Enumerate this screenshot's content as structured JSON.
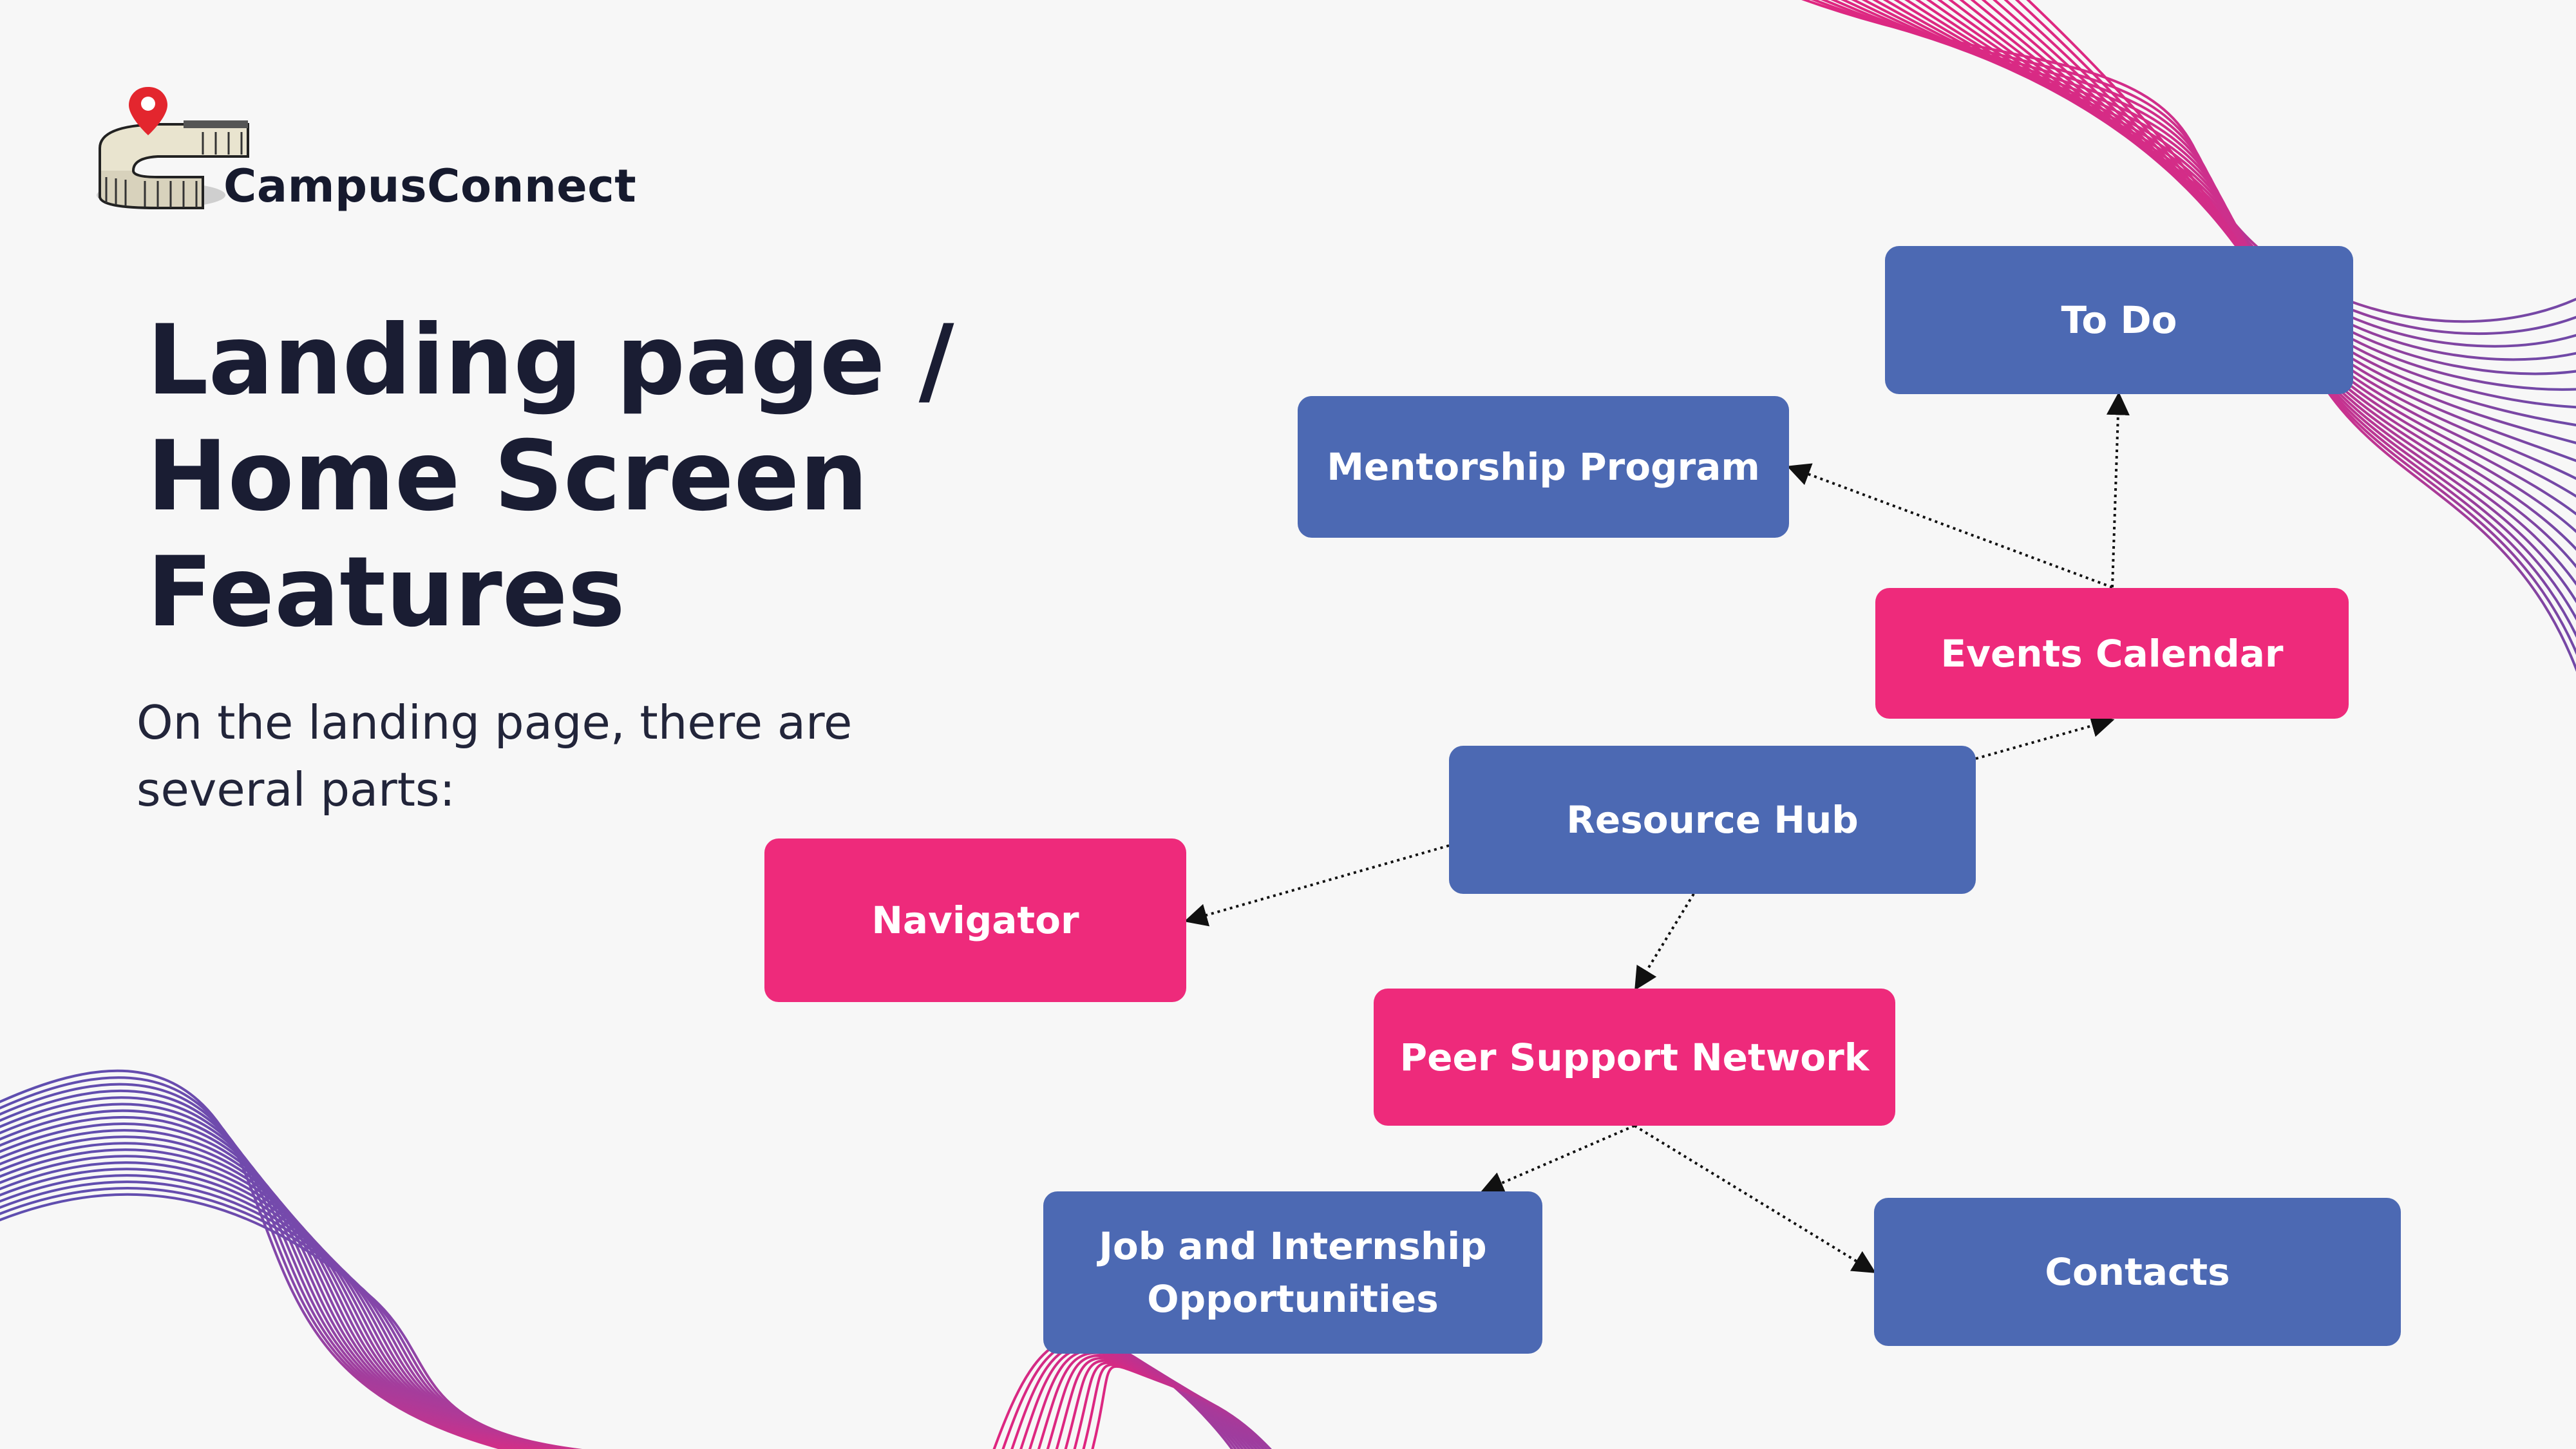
{
  "brand": {
    "name": "CampusConnect"
  },
  "heading": {
    "line1": "Landing page /",
    "line2": "Home Screen",
    "line3": "Features"
  },
  "intro": {
    "line1": "On the landing page, there are",
    "line2": "several parts:"
  },
  "diagram": {
    "nodes": {
      "todo": "To Do",
      "mentorship": "Mentorship Program",
      "events": "Events Calendar",
      "resource": "Resource Hub",
      "navigator": "Navigator",
      "peer": "Peer Support Network",
      "jobs_line1": "Job and Internship",
      "jobs_line2": "Opportunities",
      "contacts": "Contacts"
    },
    "edges": [
      {
        "from": "Events Calendar",
        "to": "To Do"
      },
      {
        "from": "Events Calendar",
        "to": "Mentorship Program"
      },
      {
        "from": "Resource Hub",
        "to": "Events Calendar"
      },
      {
        "from": "Resource Hub",
        "to": "Navigator"
      },
      {
        "from": "Resource Hub",
        "to": "Peer Support Network"
      },
      {
        "from": "Peer Support Network",
        "to": "Job and Internship Opportunities"
      },
      {
        "from": "Peer Support Network",
        "to": "Contacts"
      }
    ]
  },
  "colors": {
    "blue_node": "#4c69b3",
    "pink_node": "#ee2a7b",
    "heading_text": "#1a1d33",
    "background": "#f7f7f7"
  },
  "icons": {
    "logo": "campus-building-with-location-pin-icon"
  }
}
